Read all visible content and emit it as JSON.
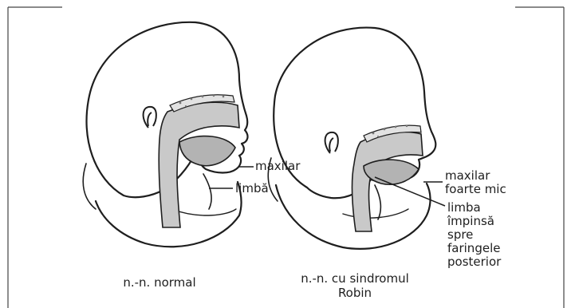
{
  "figure": {
    "left_caption": "n.-n. normal",
    "right_caption_line1": "n.-n. cu sindromul",
    "right_caption_line2": "Robin",
    "labels": {
      "normal_jaw": "maxilar",
      "normal_tongue": "limbă",
      "robin_jaw_line1": "maxilar",
      "robin_jaw_line2": "foarte mic",
      "robin_tongue_line1": "limba",
      "robin_tongue_line2": "împinsă",
      "robin_tongue_line3": "spre",
      "robin_tongue_line4": "faringele",
      "robin_tongue_line5": "posterior"
    }
  },
  "colors": {
    "line": "#1e1e1e",
    "airway_fill": "#c9c9c9",
    "tongue_fill": "#b3b3b3",
    "skin_fill": "#ffffff"
  }
}
